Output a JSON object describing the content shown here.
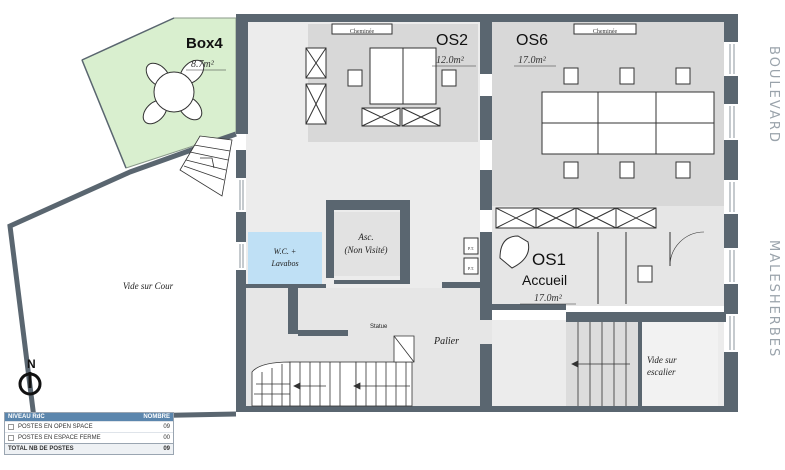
{
  "rooms": {
    "box4": {
      "name": "Box4",
      "area": "8.7m²"
    },
    "os2": {
      "name": "OS2",
      "area": "12.0m²",
      "fireplace": "Cheminée"
    },
    "os6": {
      "name": "OS6",
      "area": "17.0m²",
      "fireplace": "Cheminée"
    },
    "os1": {
      "name": "OS1",
      "subtitle": "Accueil",
      "area": "17.0m²"
    },
    "wc": {
      "line1": "W.C. +",
      "line2": "Lavabos"
    },
    "asc": {
      "line1": "Asc.",
      "line2": "(Non Visité)"
    },
    "vide_cour": "Vide sur Cour",
    "palier": "Palier",
    "statue": "Statue",
    "vide_escalier": {
      "line1": "Vide sur",
      "line2": "escalier"
    },
    "pt_top": "P.T.",
    "pt_bottom": "P.T."
  },
  "street": {
    "line1": "BOULEVARD",
    "line2": "MALESHERBES"
  },
  "compass": {
    "label": "N"
  },
  "legend": {
    "title": "NIVEAU RdC",
    "column": "NOMBRE",
    "rows": [
      {
        "label": "POSTES EN OPEN SPACE",
        "value": "09"
      },
      {
        "label": "POSTES EN ESPACE FERME",
        "value": "00"
      }
    ],
    "total": {
      "label": "TOTAL NB DE POSTES",
      "value": "09"
    }
  },
  "colors": {
    "wall": "#5a6670",
    "office": "#d8d8d8",
    "circulation": "#ececec",
    "box": "#d9efcf",
    "wc": "#bfe0f5",
    "legend_header": "#5b86ad"
  }
}
